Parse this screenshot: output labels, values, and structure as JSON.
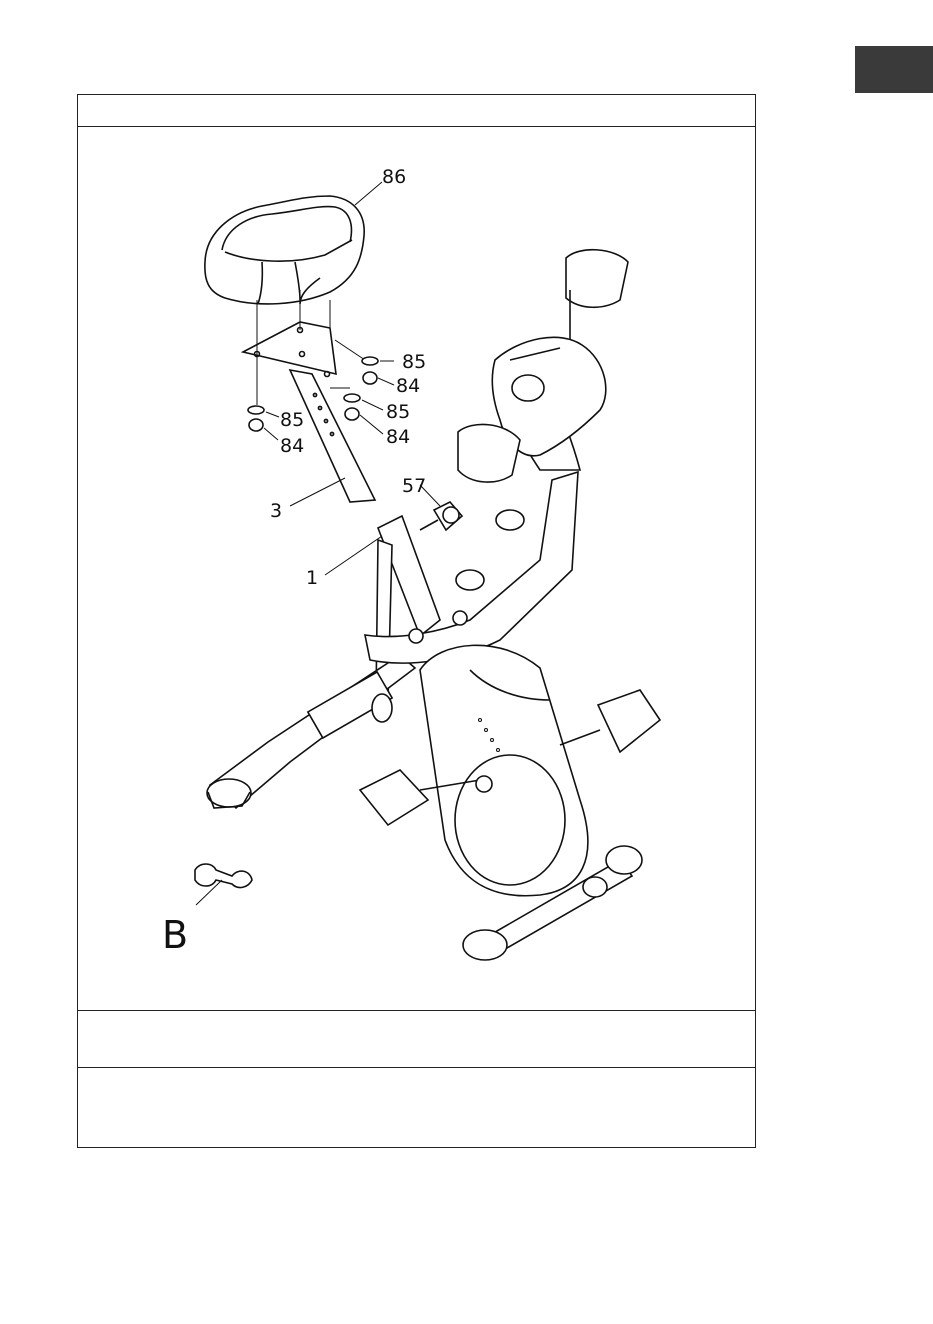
{
  "page": {
    "tab_color": "#3a3a3a"
  },
  "diagram": {
    "parts": {
      "seat": "86",
      "washer_right_upper": "85",
      "nut_right_upper": "84",
      "washer_right_lower": "85",
      "nut_right_lower": "84",
      "washer_left": "85",
      "nut_left": "84",
      "seat_post": "3",
      "knob": "57",
      "main_frame": "1",
      "wrench": "B"
    }
  }
}
